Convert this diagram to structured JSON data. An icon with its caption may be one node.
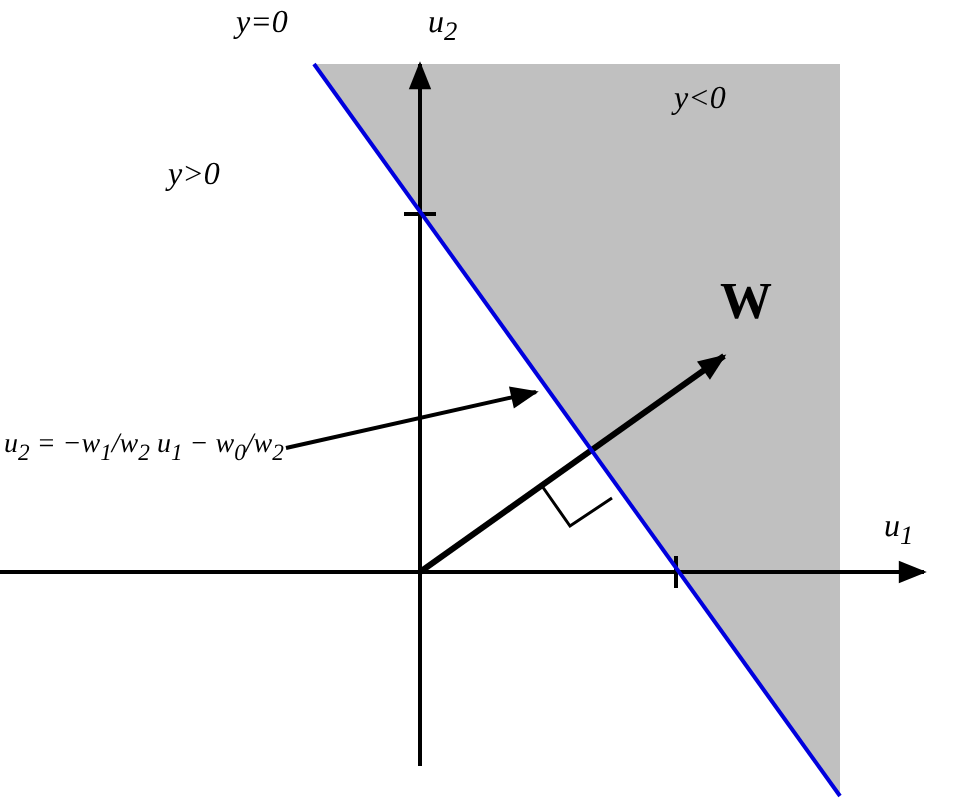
{
  "diagram": {
    "nodes": [
      {
        "text": [
          "u$_{2}$ = −w$_{1}$/w$_{2}$ u$_{1}$ − w$_{0}$/w$_{2}$"
        ]
      },
      {
        "text": [],
        "shape": "line"
      }
    ],
    "edges": [
      {
        "from": 0,
        "to": 1,
        "arrow": "to"
      }
    ],
    "labels": [
      "y=0",
      "u$_{2}$",
      "y<0",
      "y>0",
      "W",
      "u$_{1}$"
    ]
  }
}
